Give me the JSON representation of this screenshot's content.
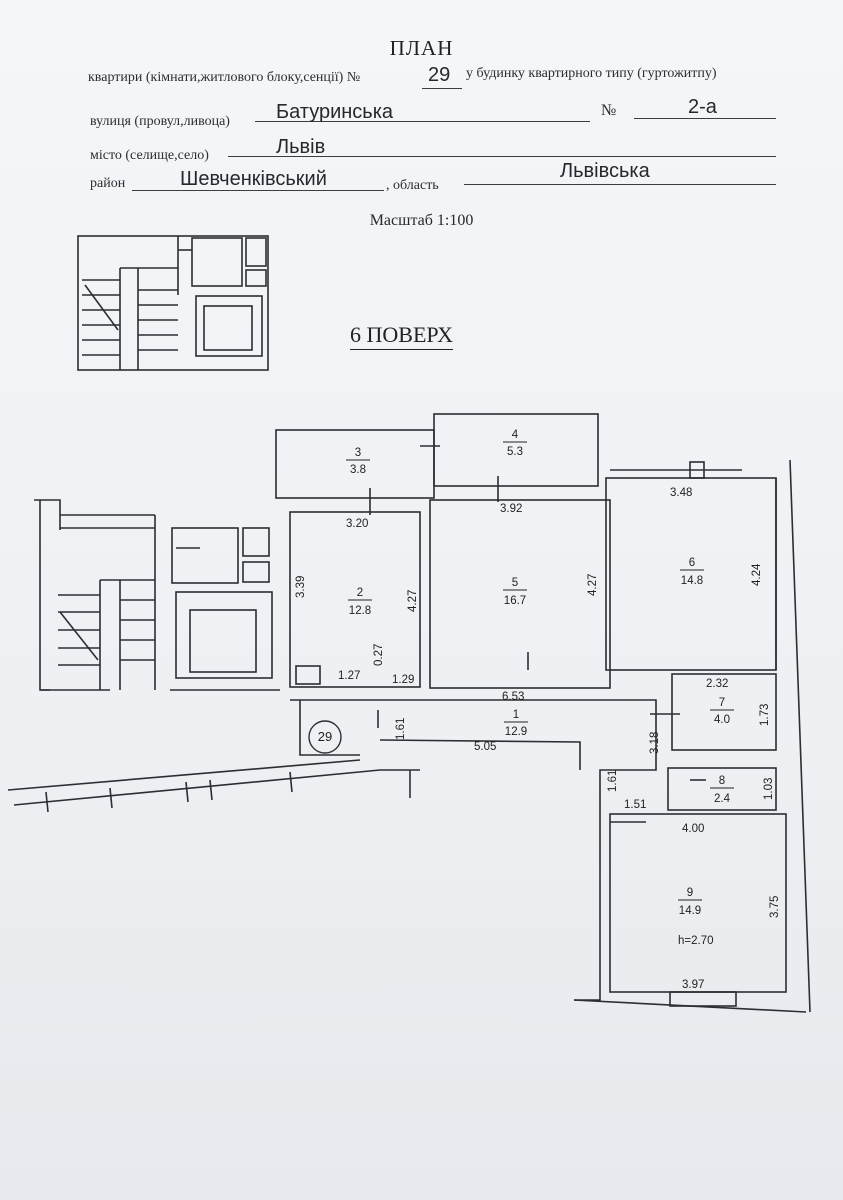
{
  "header": {
    "title": "ПЛАН",
    "line1_label": "квартири (кімнати,житлового блоку,сенції) №",
    "line1_value": "29",
    "line1_suffix": "у будинку квартирного типу (гуртожитпу)",
    "street_label": "вулиця (провул,ливоца)",
    "street_value": "Батуринська",
    "number_label": "№",
    "number_value": "2-а",
    "city_label": "місто (селище,село)",
    "city_value": "Львів",
    "district_label": "район",
    "district_value": "Шевченківський",
    "oblast_label": ", область",
    "oblast_value": "Львівська"
  },
  "scale": "Масштаб 1:100",
  "floor": "6 ПОВЕРХ",
  "apartment_badge": "29",
  "rooms": [
    {
      "number": "1",
      "area": "12.9"
    },
    {
      "number": "2",
      "area": "12.8"
    },
    {
      "number": "3",
      "area": "3.8"
    },
    {
      "number": "4",
      "area": "5.3"
    },
    {
      "number": "5",
      "area": "16.7"
    },
    {
      "number": "6",
      "area": "14.8"
    },
    {
      "number": "7",
      "area": "4.0"
    },
    {
      "number": "8",
      "area": "2.4"
    },
    {
      "number": "9",
      "area": "14.9"
    }
  ],
  "dimensions": {
    "r2_top": "3.20",
    "r2_left": "3.39",
    "r2_right": "4.27",
    "r2_bottom": "1.27",
    "r2_small": "0.27",
    "door": "1.29",
    "r5_top": "3.92",
    "r5_right": "4.27",
    "r6_top": "3.48",
    "r6_right": "4.24",
    "r1_top": "6.53",
    "r1_left": "1.61",
    "r1_bottom": "5.05",
    "r7_top": "2.32",
    "r7_right": "1.73",
    "r7_left": "3.18",
    "r8_right": "1.03",
    "corr_left": "1.61",
    "corr_bottom": "1.51",
    "r9_top": "4.00",
    "r9_right": "3.75",
    "r9_bottom": "3.97",
    "height": "h=2.70"
  }
}
